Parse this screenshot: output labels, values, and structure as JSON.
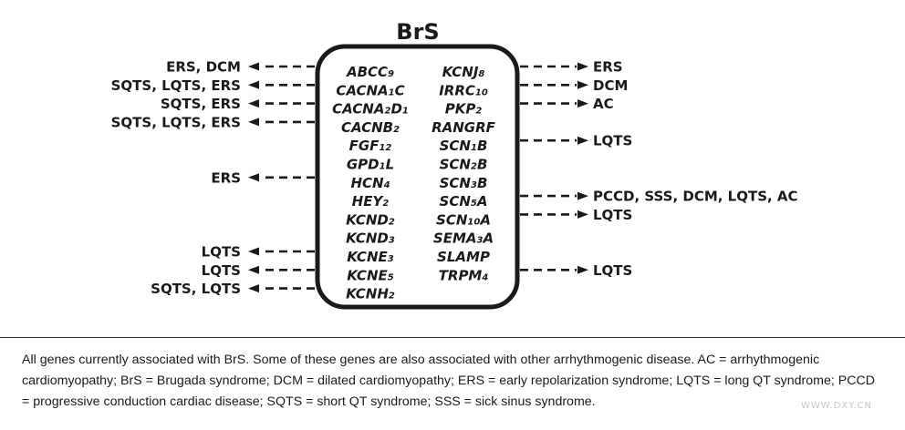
{
  "title": "BrS",
  "genes_left": [
    {
      "base": "ABCC",
      "sub": "9"
    },
    {
      "base": "CACNA",
      "sub": "1",
      "tail": "C"
    },
    {
      "base": "CACNA",
      "sub": "2",
      "tail": "D",
      "sub2": "1"
    },
    {
      "base": "CACNB",
      "sub": "2"
    },
    {
      "base": "FGF",
      "sub": "12"
    },
    {
      "base": "GPD",
      "sub": "1",
      "tail": "L"
    },
    {
      "base": "HCN",
      "sub": "4"
    },
    {
      "base": "HEY",
      "sub": "2"
    },
    {
      "base": "KCND",
      "sub": "2"
    },
    {
      "base": "KCND",
      "sub": "3"
    },
    {
      "base": "KCNE",
      "sub": "3"
    },
    {
      "base": "KCNE",
      "sub": "5"
    },
    {
      "base": "KCNH",
      "sub": "2"
    }
  ],
  "genes_right": [
    {
      "base": "KCNJ",
      "sub": "8"
    },
    {
      "base": "IRRC",
      "sub": "10"
    },
    {
      "base": "PKP",
      "sub": "2"
    },
    {
      "base": "RANGRF"
    },
    {
      "base": "SCN",
      "sub": "1",
      "tail": "B"
    },
    {
      "base": "SCN",
      "sub": "2",
      "tail": "B"
    },
    {
      "base": "SCN",
      "sub": "3",
      "tail": "B"
    },
    {
      "base": "SCN",
      "sub": "5",
      "tail": "A"
    },
    {
      "base": "SCN",
      "sub": "10",
      "tail": "A"
    },
    {
      "base": "SEMA",
      "sub": "3",
      "tail": "A"
    },
    {
      "base": "SLAMP"
    },
    {
      "base": "TRPM",
      "sub": "4"
    }
  ],
  "assoc_left": [
    {
      "row": 0,
      "label": "ERS, DCM"
    },
    {
      "row": 1,
      "label": "SQTS, LQTS, ERS"
    },
    {
      "row": 2,
      "label": "SQTS, ERS"
    },
    {
      "row": 3,
      "label": "SQTS, LQTS, ERS"
    },
    {
      "row": 6,
      "label": "ERS"
    },
    {
      "row": 10,
      "label": "LQTS"
    },
    {
      "row": 11,
      "label": "LQTS"
    },
    {
      "row": 12,
      "label": "SQTS, LQTS"
    }
  ],
  "assoc_right": [
    {
      "row": 0,
      "label": "ERS"
    },
    {
      "row": 1,
      "label": "DCM"
    },
    {
      "row": 2,
      "label": "AC"
    },
    {
      "row": 4,
      "label": "LQTS"
    },
    {
      "row": 7,
      "label": "PCCD, SSS, DCM, LQTS, AC"
    },
    {
      "row": 8,
      "label": "LQTS"
    },
    {
      "row": 11,
      "label": "LQTS"
    }
  ],
  "caption": "All genes currently associated with BrS. Some of these genes are also associated with other arrhythmogenic disease. AC = arrhythmogenic cardiomyopathy; BrS = Brugada syndrome; DCM = dilated cardiomyopathy; ERS = early repolarization syndrome; LQTS = long QT syndrome; PCCD = progressive conduction cardiac disease; SQTS = short QT syndrome; SSS = sick sinus syndrome.",
  "watermark": "WWW.DXY.CN"
}
